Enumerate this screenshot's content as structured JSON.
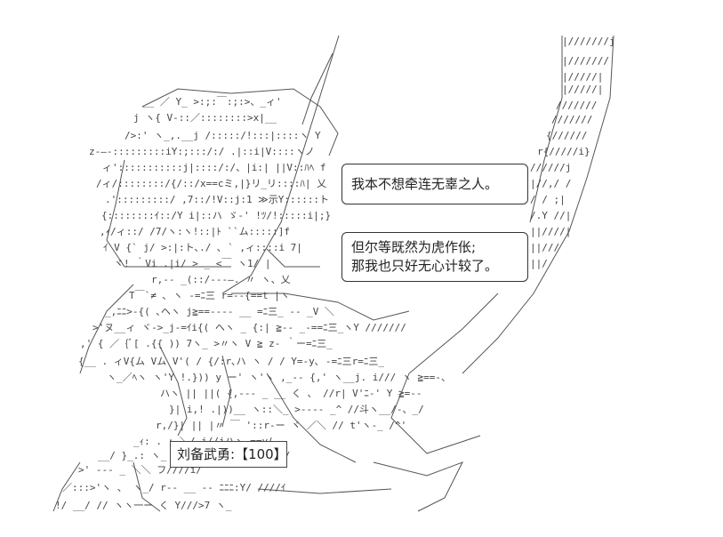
{
  "speech": {
    "line1": "我本不想牵连无辜之人。",
    "line2": "但尔等既然为虎作伥;",
    "line3": "那我也只好无心计较了。"
  },
  "stat": {
    "label": "刘备武勇:【100】"
  },
  "colors": {
    "ink": "#333333",
    "background": "#ffffff"
  }
}
